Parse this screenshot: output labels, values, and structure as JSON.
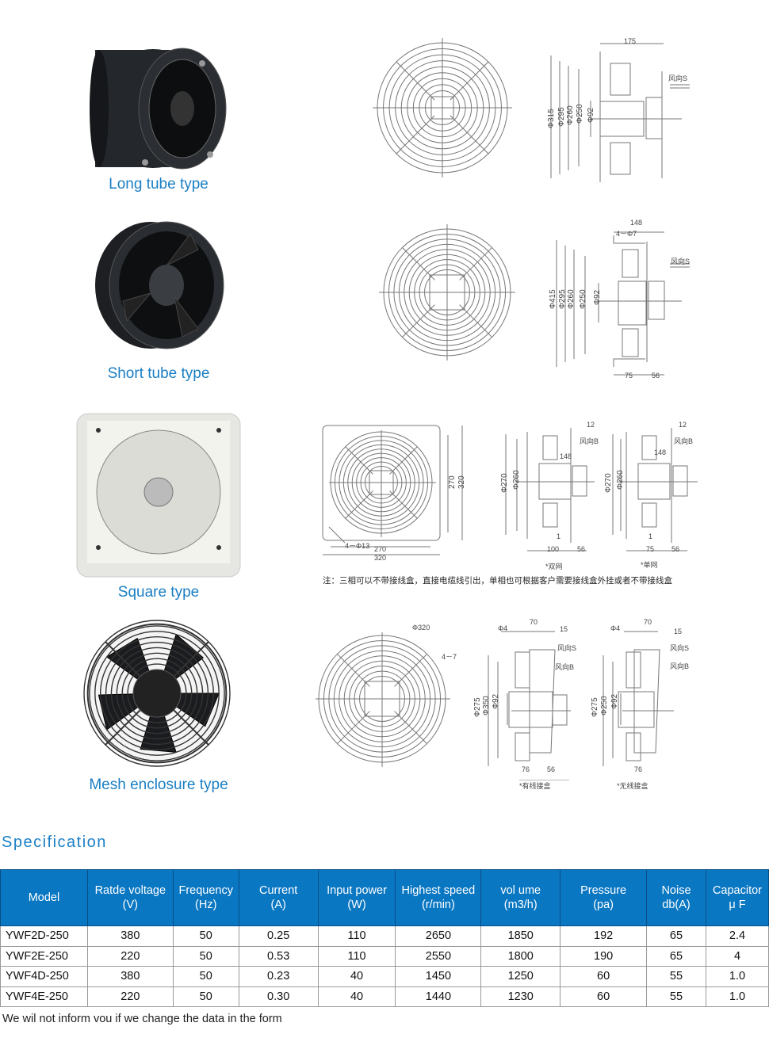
{
  "products": [
    {
      "type": "Long tube type"
    },
    {
      "type": "Short tube type"
    },
    {
      "type": "Square type"
    },
    {
      "type": "Mesh enclosure type"
    }
  ],
  "drawings": {
    "long_tube": {
      "width": "175",
      "d1": "Φ315",
      "d2": "Φ295",
      "d3": "Φ260",
      "d4": "Φ250",
      "d5": "Φ92",
      "airflow": "风向S"
    },
    "short_tube": {
      "width": "148",
      "holes": "4－Φ7",
      "d1": "Φ415",
      "d2": "Φ295",
      "d3": "Φ260",
      "d4": "Φ250",
      "d5": "Φ92",
      "airflow": "风向S",
      "b1": "75",
      "b2": "56"
    },
    "square": {
      "front": {
        "h1": "270",
        "h2": "320",
        "holes": "4－Φ13",
        "w1": "270",
        "w2": "320"
      },
      "double_mesh": {
        "top": "12",
        "airflow": "风向B",
        "depth": "148",
        "d1": "Φ270",
        "d2": "Φ260",
        "gap": "1",
        "b1": "100",
        "b2": "56",
        "caption": "*双网"
      },
      "single_mesh": {
        "top": "12",
        "airflow": "风向B",
        "depth": "148",
        "d1": "Φ270",
        "d2": "Φ260",
        "gap": "1",
        "b1": "75",
        "b2": "56",
        "caption": "*单网"
      },
      "note": "注：三相可以不带接线盒，直接电缆线引出，单相也可根据客户需要接线盒外挂或者不带接线盒"
    },
    "mesh": {
      "front": {
        "diameter": "Φ320",
        "holes": "4－7"
      },
      "with_box": {
        "hole": "Φ4",
        "w": "70",
        "t": "15",
        "airflow_s": "风向S",
        "airflow_b": "风向B",
        "d1": "Φ275",
        "d2": "Φ350",
        "d3": "Φ92",
        "b1": "76",
        "b2": "56",
        "caption": "*有线接盒"
      },
      "without_box": {
        "hole": "Φ4",
        "w": "70",
        "t": "15",
        "airflow_s": "风向S",
        "airflow_b": "风向B",
        "d1": "Φ275",
        "d2": "Φ250",
        "d3": "Φ92",
        "b1": "76",
        "caption": "*无线接盒"
      }
    }
  },
  "specification": {
    "title": "Specification",
    "headers": [
      [
        "Model",
        ""
      ],
      [
        "Ratde voltage",
        "(V)"
      ],
      [
        "Frequency",
        "(Hz)"
      ],
      [
        "Current",
        "(A)"
      ],
      [
        "Input power",
        "(W)"
      ],
      [
        "Highest speed",
        "(r/min)"
      ],
      [
        "vol ume",
        "(m3/h)"
      ],
      [
        "Pressure",
        "(pa)"
      ],
      [
        "Noise",
        "db(A)"
      ],
      [
        "Capacitor",
        "μ F"
      ]
    ],
    "rows": [
      [
        "YWF2D-250",
        "380",
        "50",
        "0.25",
        "110",
        "2650",
        "1850",
        "192",
        "65",
        "2.4"
      ],
      [
        "YWF2E-250",
        "220",
        "50",
        "0.53",
        "110",
        "2550",
        "1800",
        "190",
        "65",
        "4"
      ],
      [
        "YWF4D-250",
        "380",
        "50",
        "0.23",
        "40",
        "1450",
        "1250",
        "60",
        "55",
        "1.0"
      ],
      [
        "YWF4E-250",
        "220",
        "50",
        "0.30",
        "40",
        "1440",
        "1230",
        "60",
        "55",
        "1.0"
      ]
    ],
    "footnote": "We wil not inform vou if we change the data in the form"
  },
  "colors": {
    "accent": "#1a7fc4",
    "header_bg": "#0a77c2"
  }
}
